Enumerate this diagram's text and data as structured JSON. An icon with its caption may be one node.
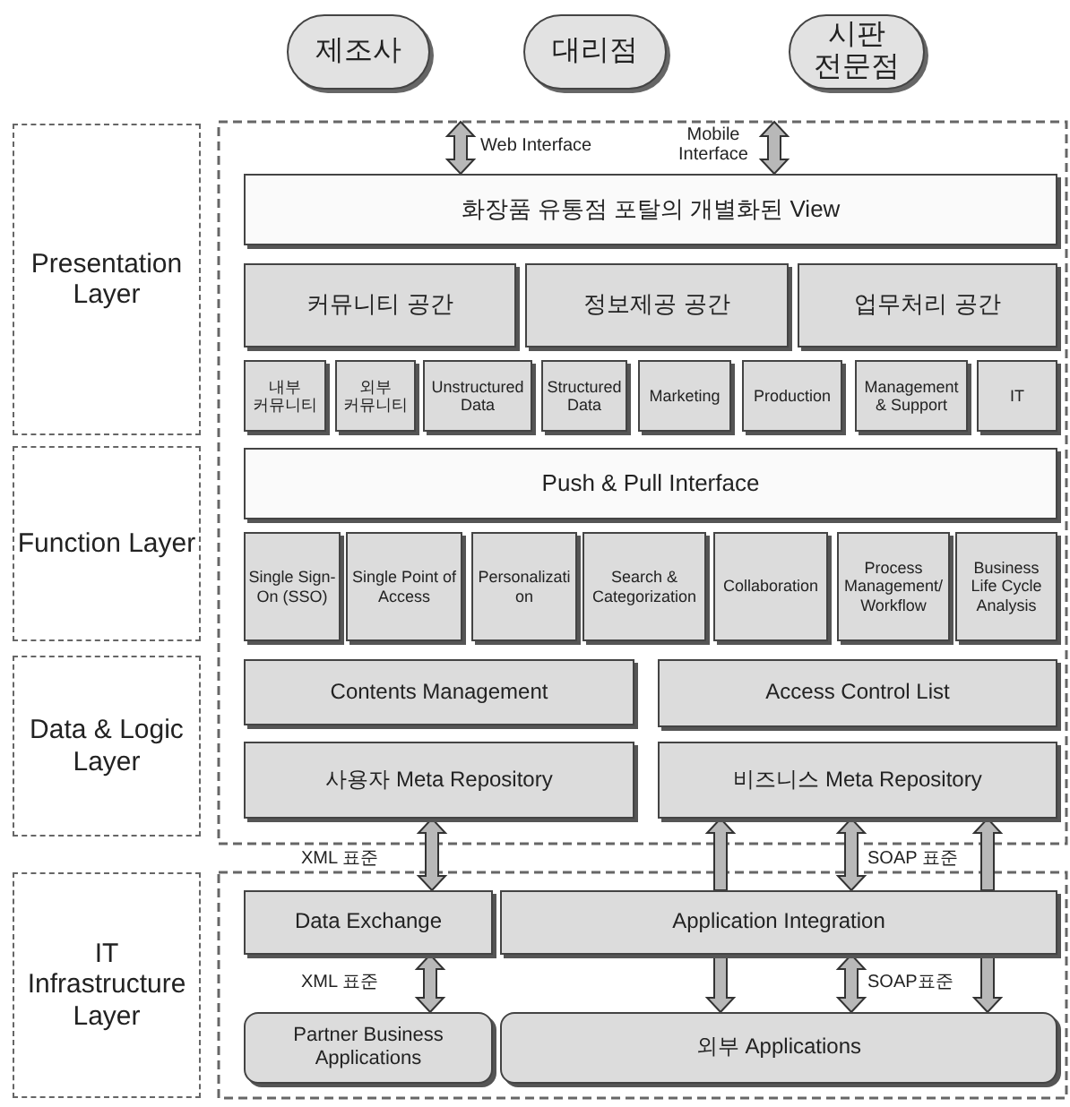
{
  "diagram": {
    "nodes": [
      {
        "text": [
          "제조사"
        ]
      },
      {
        "text": [
          "대리점"
        ]
      },
      {
        "text": [
          "시판 전문점"
        ]
      },
      {
        "text": [
          "Presentation Layer"
        ]
      },
      {
        "text": [
          "Function Layer"
        ]
      },
      {
        "text": [
          "Data & Logic Layer"
        ]
      },
      {
        "text": [
          "IT Infrastructure Layer"
        ]
      },
      {
        "text": [
          "화장품 유통점 포탈의 개별화된 View"
        ]
      },
      {
        "text": [
          "커뮤니티 공간"
        ]
      },
      {
        "text": [
          "정보제공 공간"
        ]
      },
      {
        "text": [
          "업무처리 공간"
        ]
      },
      {
        "text": [
          "내부 커뮤니티"
        ]
      },
      {
        "text": [
          "외부 커뮤니티"
        ]
      },
      {
        "text": [
          "Unstructured Data"
        ]
      },
      {
        "text": [
          "Structured Data"
        ]
      },
      {
        "text": [
          "Marketing"
        ]
      },
      {
        "text": [
          "Production"
        ]
      },
      {
        "text": [
          "Management & Support"
        ]
      },
      {
        "text": [
          "IT"
        ]
      },
      {
        "text": [
          "Push & Pull Interface"
        ]
      },
      {
        "text": [
          "Single Sign-On (SSO)"
        ]
      },
      {
        "text": [
          "Single Point of Access"
        ]
      },
      {
        "text": [
          "Personalization"
        ]
      },
      {
        "text": [
          "Search & Categorization"
        ]
      },
      {
        "text": [
          "Collaboration"
        ]
      },
      {
        "text": [
          "Process Management/Workflow"
        ]
      },
      {
        "text": [
          "Business Life Cycle Analysis"
        ]
      },
      {
        "text": [
          "Contents Management"
        ]
      },
      {
        "text": [
          "Access Control List"
        ]
      },
      {
        "text": [
          "사용자 Meta Repository"
        ]
      },
      {
        "text": [
          "비즈니스 Meta Repository"
        ]
      },
      {
        "text": [
          "Data Exchange"
        ]
      },
      {
        "text": [
          "Application Integration"
        ]
      },
      {
        "text": [
          "Partner Business Applications"
        ]
      },
      {
        "text": [
          "외부 Applications"
        ]
      }
    ],
    "edges": [
      {
        "from": null,
        "to": 7,
        "arrow": "both",
        "label": "Web Interface"
      },
      {
        "from": null,
        "to": 7,
        "arrow": "both",
        "label": "Mobile Interface"
      },
      {
        "from": 31,
        "to": 29,
        "arrow": "both",
        "label": "XML 표준"
      },
      {
        "from": 32,
        "to": 30,
        "arrow": "to"
      },
      {
        "from": 32,
        "to": 30,
        "arrow": "both",
        "label": "SOAP 표준"
      },
      {
        "from": 32,
        "to": 30,
        "arrow": "to"
      },
      {
        "from": 31,
        "to": 33,
        "arrow": "both",
        "label": "XML 표준"
      },
      {
        "from": 32,
        "to": 34,
        "arrow": "to"
      },
      {
        "from": 32,
        "to": 34,
        "arrow": "both",
        "label": "SOAP표준"
      },
      {
        "from": 32,
        "to": 34,
        "arrow": "to"
      }
    ]
  }
}
